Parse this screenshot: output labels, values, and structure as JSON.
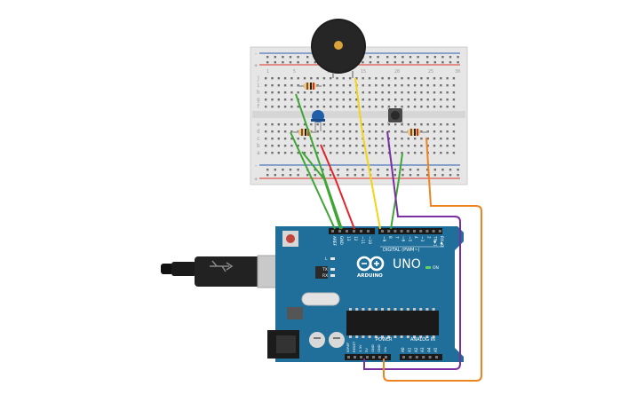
{
  "board": {
    "brand": "UNO",
    "maker": "ARDUINO",
    "digital_header": "DIGITAL (PWM~)",
    "power_header": "POWER",
    "analog_header": "ANALOG IN",
    "on_label": "ON",
    "led_l": "L",
    "led_tx": "TX",
    "led_rx": "RX",
    "aref": "AREF",
    "gnd": "GND",
    "digital_pins": [
      "13",
      "12",
      "~11",
      "~10",
      "~9",
      "8",
      "7",
      "~6",
      "~5",
      "4",
      "~3",
      "2",
      "TX▶1",
      "RX◀0"
    ],
    "power_pins": [
      "IOREF",
      "RESET",
      "3.3V",
      "5V",
      "GND",
      "GND",
      "Vin"
    ],
    "analog_pins": [
      "A0",
      "A1",
      "A2",
      "A3",
      "A4",
      "A5"
    ]
  },
  "breadboard": {
    "row_letters_top": [
      "j",
      "i",
      "h",
      "g",
      "f"
    ],
    "row_letters_bottom": [
      "e",
      "d",
      "c",
      "b",
      "a"
    ],
    "column_numbers": [
      "1",
      "5",
      "10",
      "15",
      "20",
      "25",
      "30"
    ]
  },
  "colors": {
    "board": "#1f6f9a",
    "wire_green": "#3fa535",
    "wire_red": "#e0262c",
    "wire_yellow": "#f2d416",
    "wire_purple": "#7a2fa0",
    "wire_orange": "#ee8420",
    "led_blue": "#1f5fa8",
    "buzzer": "#222222"
  },
  "components": [
    "piezo-buzzer",
    "blue-led",
    "pushbutton",
    "resistor",
    "resistor",
    "resistor",
    "usb-cable",
    "dc-jack"
  ]
}
